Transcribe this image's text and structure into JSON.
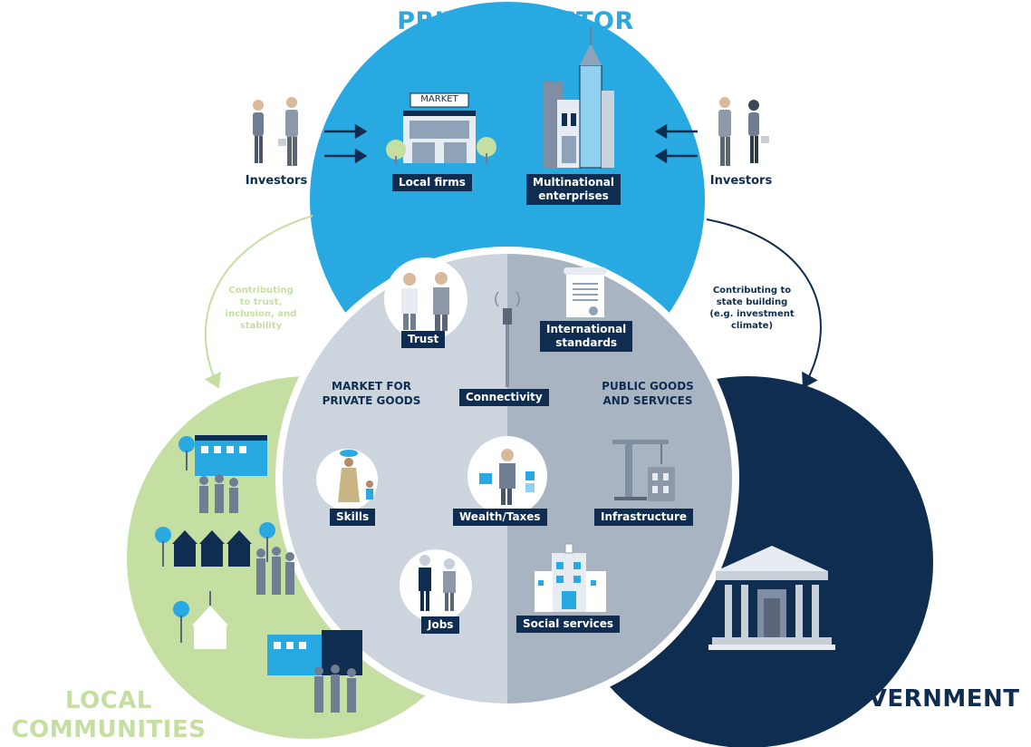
{
  "sectors": {
    "private": "PRIVATE SECTOR",
    "government": "GOVERNMENT",
    "local": [
      "LOCAL",
      "COMMUNITIES"
    ]
  },
  "actors": {
    "investors_left": "Investors",
    "investors_right": "Investors",
    "market_sign": "MARKET",
    "local_firms": "Local firms",
    "mne": [
      "Multinational",
      "enterprises"
    ]
  },
  "flows": {
    "left": [
      "Contributing",
      "to trust,",
      "inclusion, and",
      "stability"
    ],
    "right": [
      "Contributing to",
      "state building",
      "(e.g. investment",
      "climate)"
    ]
  },
  "center": {
    "market_label": [
      "MARKET FOR",
      "PRIVATE GOODS"
    ],
    "public_label": [
      "PUBLIC GOODS",
      "AND SERVICES"
    ],
    "trust": "Trust",
    "standards": [
      "International",
      "standards"
    ],
    "connectivity": "Connectivity",
    "skills": "Skills",
    "wealth": "Wealth/Taxes",
    "infrastructure": "Infrastructure",
    "jobs": "Jobs",
    "social": "Social services"
  },
  "colors": {
    "private": "#29a9e1",
    "government": "#0f2d50",
    "local": "#c5dfa3",
    "center_left": "#ccd4de",
    "center_right": "#a9b4c2"
  }
}
